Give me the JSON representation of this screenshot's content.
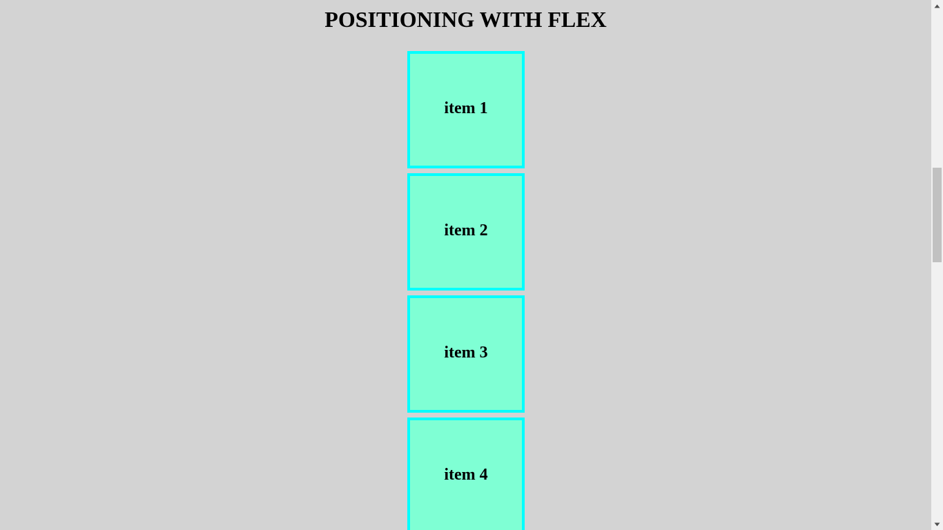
{
  "page": {
    "title": "POSITIONING WITH FLEX"
  },
  "items": [
    {
      "label": "item 1"
    },
    {
      "label": "item 2"
    },
    {
      "label": "item 3"
    },
    {
      "label": "item 4"
    }
  ],
  "colors": {
    "background": "#d3d3d3",
    "item_fill": "#7fffd4",
    "item_border": "#00ffff"
  },
  "scrollbar": {
    "up_icon": "triangle-up-icon",
    "down_icon": "triangle-down-icon"
  }
}
